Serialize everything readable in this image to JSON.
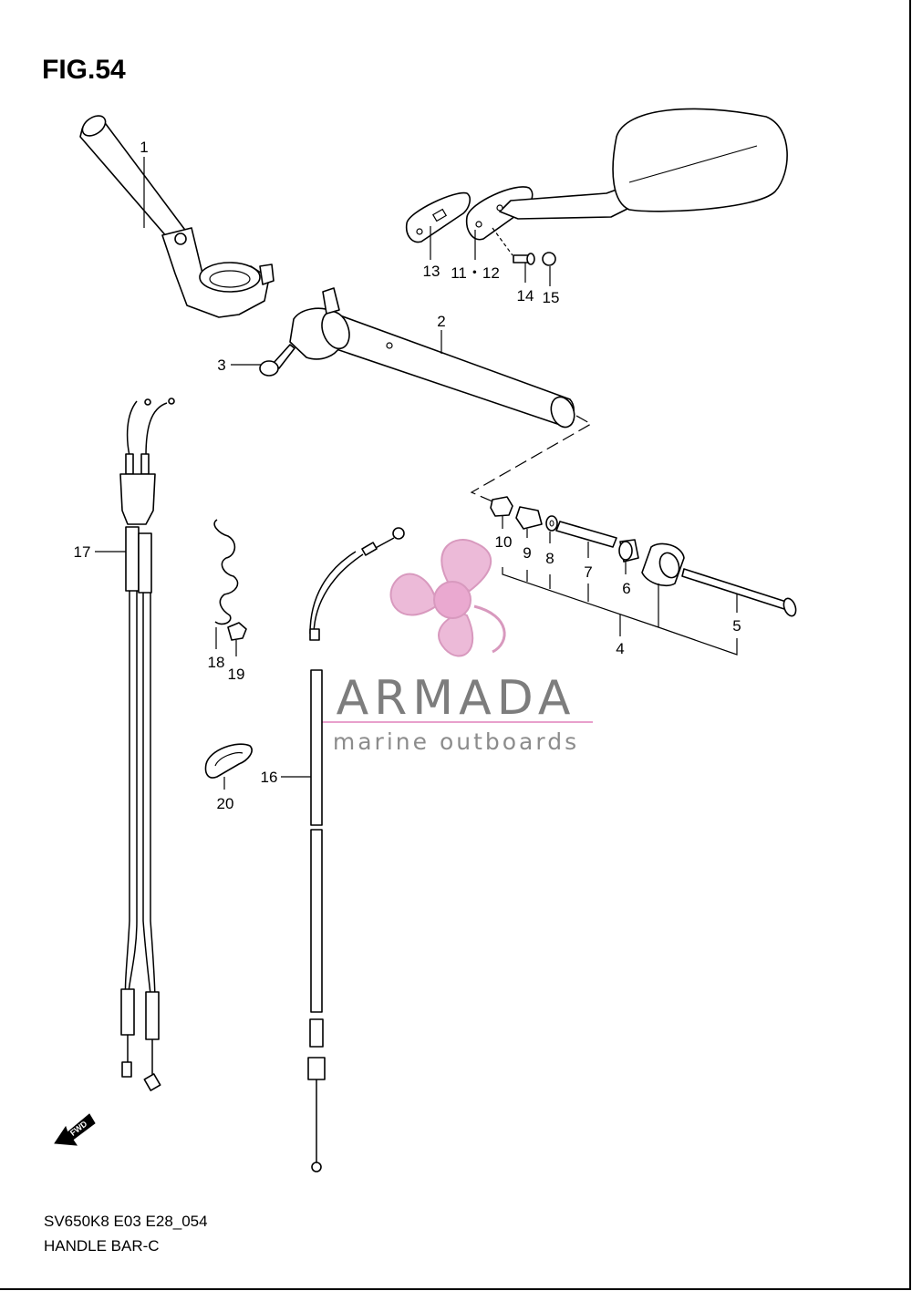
{
  "figure": {
    "title": "FIG.54",
    "model_code": "SV650K8 E03 E28_054",
    "name": "HANDLE BAR-C"
  },
  "watermark": {
    "brand": "ARMADA",
    "tagline": "marine outboards",
    "logo_color": "#e8a0cc",
    "text_color": "#7d7d7d"
  },
  "fwd_label": "FWD",
  "callouts": {
    "c1": "1",
    "c2": "2",
    "c3": "3",
    "c4": "4",
    "c5": "5",
    "c6": "6",
    "c7": "7",
    "c8": "8",
    "c9": "9",
    "c10": "10",
    "c11_12": "11・12",
    "c13": "13",
    "c14": "14",
    "c15": "15",
    "c16": "16",
    "c17": "17",
    "c18": "18",
    "c19": "19",
    "c20": "20"
  }
}
